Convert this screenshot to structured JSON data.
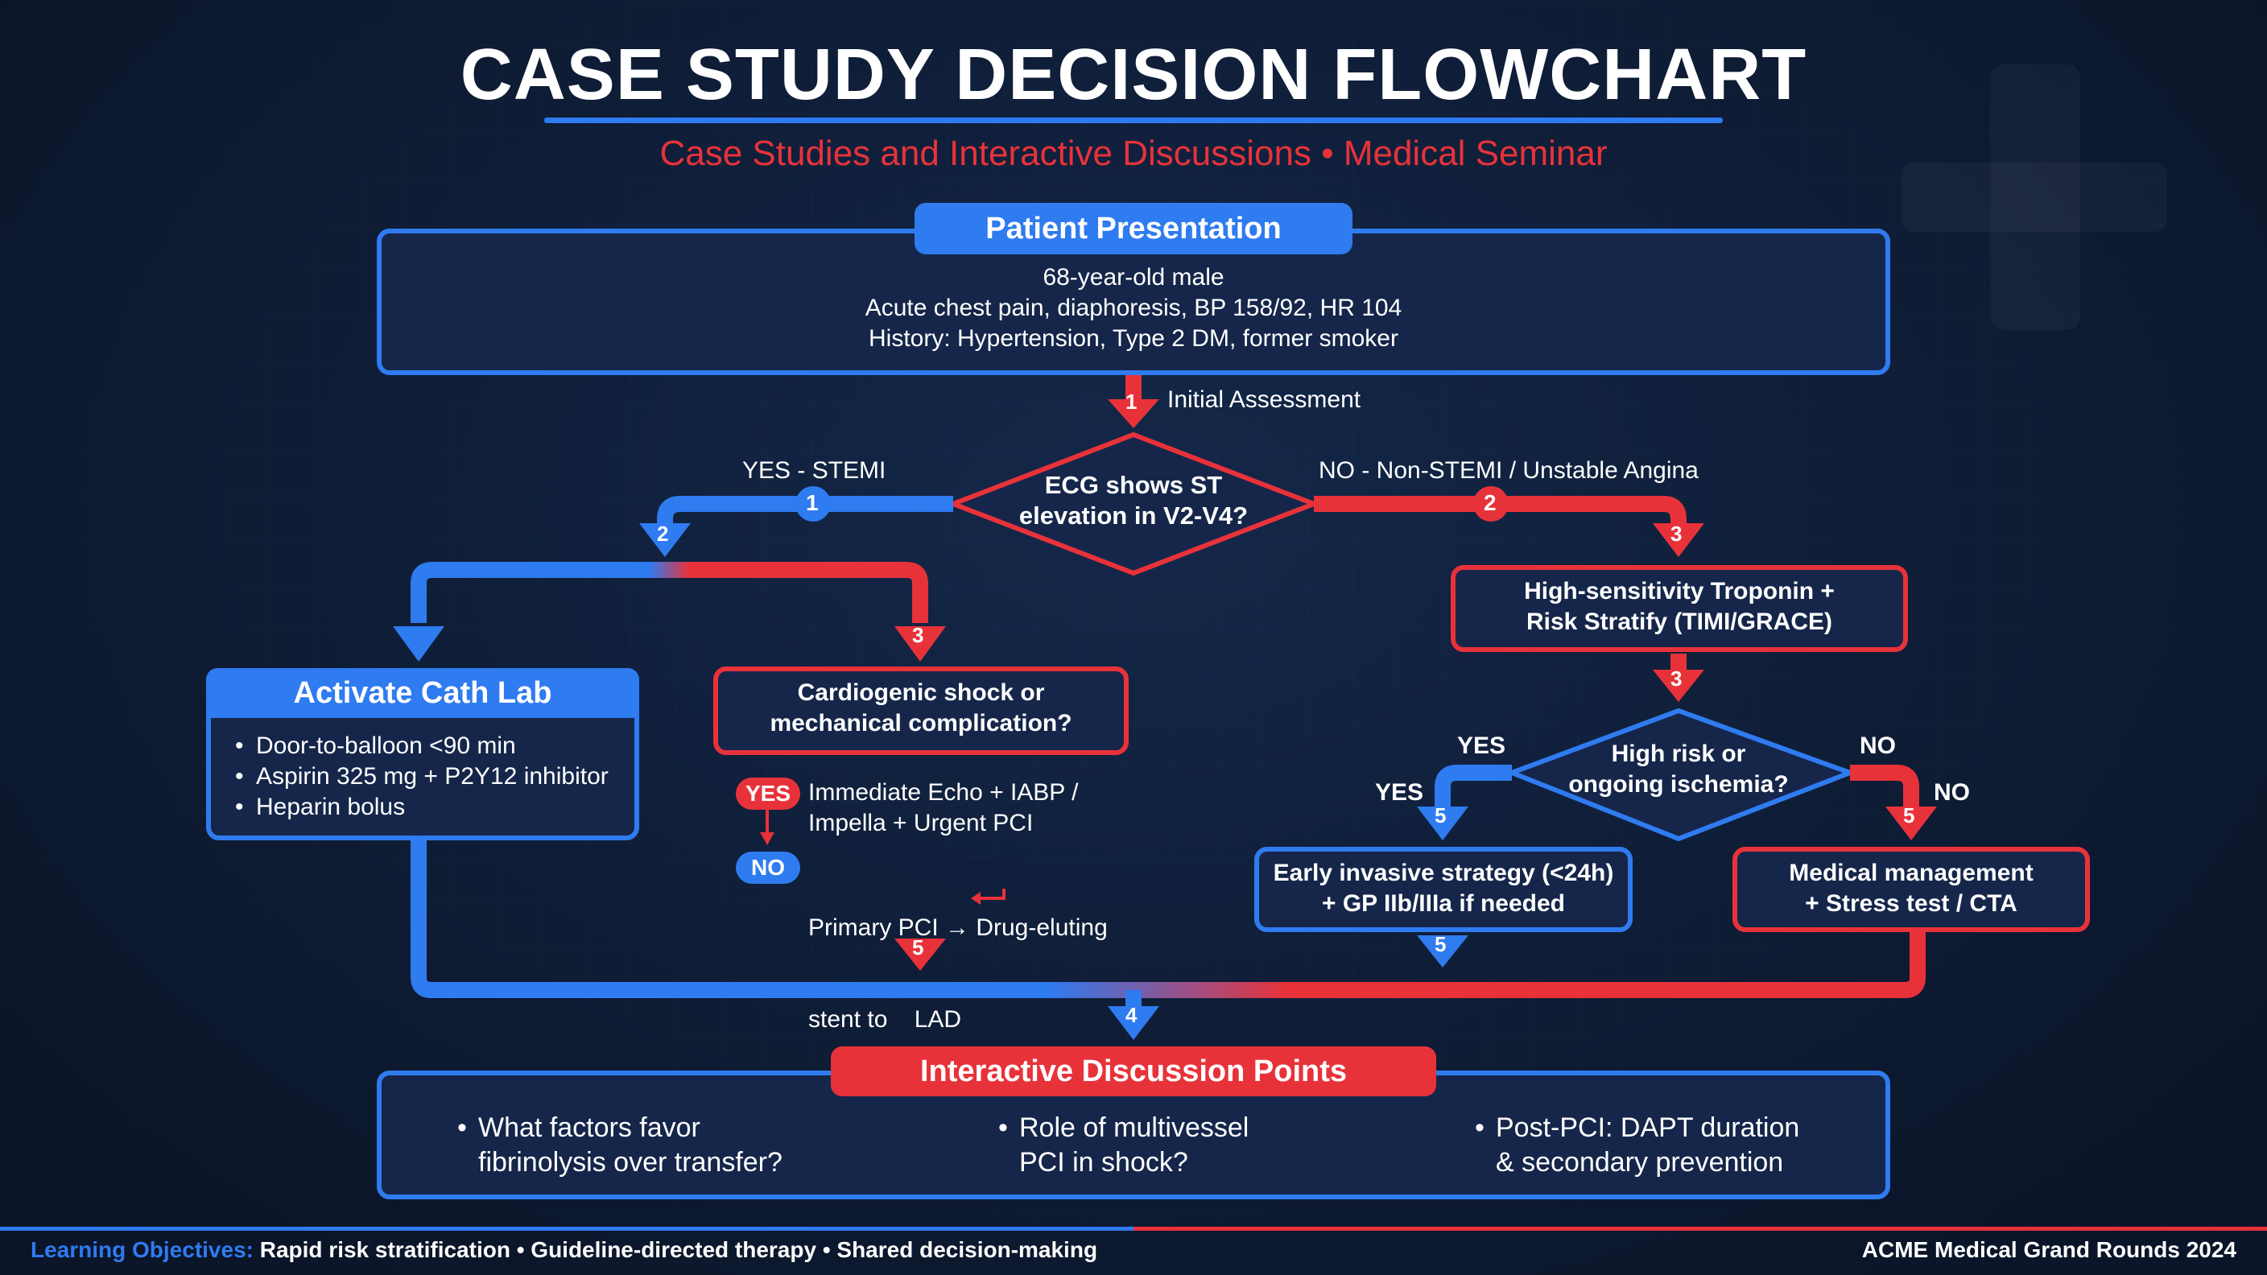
{
  "title": "CASE STUDY DECISION FLOWCHART",
  "subtitle": "Case Studies and Interactive Discussions • Medical Seminar",
  "colors": {
    "blue": "#2f7bf0",
    "red": "#e8323a",
    "background": "#0f1d36",
    "box_fill": "#15264a"
  },
  "patient": {
    "header": "Patient Presentation",
    "lines": [
      "68-year-old male",
      "Acute chest pain, diaphoresis, BP 158/92, HR 104",
      "History: Hypertension, Type 2 DM, former smoker"
    ]
  },
  "step_initial": "Initial Assessment",
  "ecg": {
    "question_line1": "ECG shows ST",
    "question_line2": "elevation in V2-V4?",
    "yes_label": "YES - STEMI",
    "no_label": "NO - Non-STEMI / Unstable Angina"
  },
  "cath_lab": {
    "header": "Activate Cath Lab",
    "items": [
      "Door-to-balloon <90 min",
      "Aspirin 325 mg + P2Y12 inhibitor",
      "Heparin bolus"
    ]
  },
  "shock": {
    "question_line1": "Cardiogenic shock or",
    "question_line2": "mechanical complication?",
    "yes_pill": "YES",
    "yes_text_line1": "Immediate Echo + IABP /",
    "yes_text_line2": "Impella + Urgent PCI",
    "no_pill": "NO",
    "no_text_line1": "Primary PCI → Drug-eluting",
    "no_text_line2": "stent to    LAD"
  },
  "troponin": {
    "line1": "High-sensitivity Troponin +",
    "line2": "Risk Stratify (TIMI/GRACE)"
  },
  "risk": {
    "question_line1": "High risk or",
    "question_line2": "ongoing ischemia?",
    "yes_label_top": "YES",
    "yes_label_side": "YES",
    "no_label_top": "NO",
    "no_label_side": "NO"
  },
  "early_invasive": {
    "line1": "Early invasive strategy (<24h)",
    "line2": "+ GP IIb/IIIa if needed"
  },
  "medical_mgmt": {
    "line1": "Medical management",
    "line2": "+ Stress test / CTA"
  },
  "step_numbers": {
    "n1_top": "1",
    "n1_left": "1",
    "n2_right": "2",
    "n2_left": "2",
    "n3_right": "3",
    "n3_shock": "3",
    "n3_trop": "3",
    "n5_early_top": "5",
    "n5_med_top": "5",
    "n5_shock": "5",
    "n5_early_bottom": "5",
    "n4": "4"
  },
  "discussion": {
    "header": "Interactive Discussion Points",
    "points": [
      {
        "line1": "What factors favor",
        "line2": "fibrinolysis over transfer?"
      },
      {
        "line1": "Role of multivessel",
        "line2": "PCI in shock?"
      },
      {
        "line1": "Post-PCI: DAPT duration",
        "line2": "& secondary prevention"
      }
    ]
  },
  "footer": {
    "label": "Learning Objectives:",
    "items_text": " Rapid risk stratification  •  Guideline-directed therapy  •  Shared decision-making",
    "right": "ACME Medical Grand Rounds 2024"
  }
}
